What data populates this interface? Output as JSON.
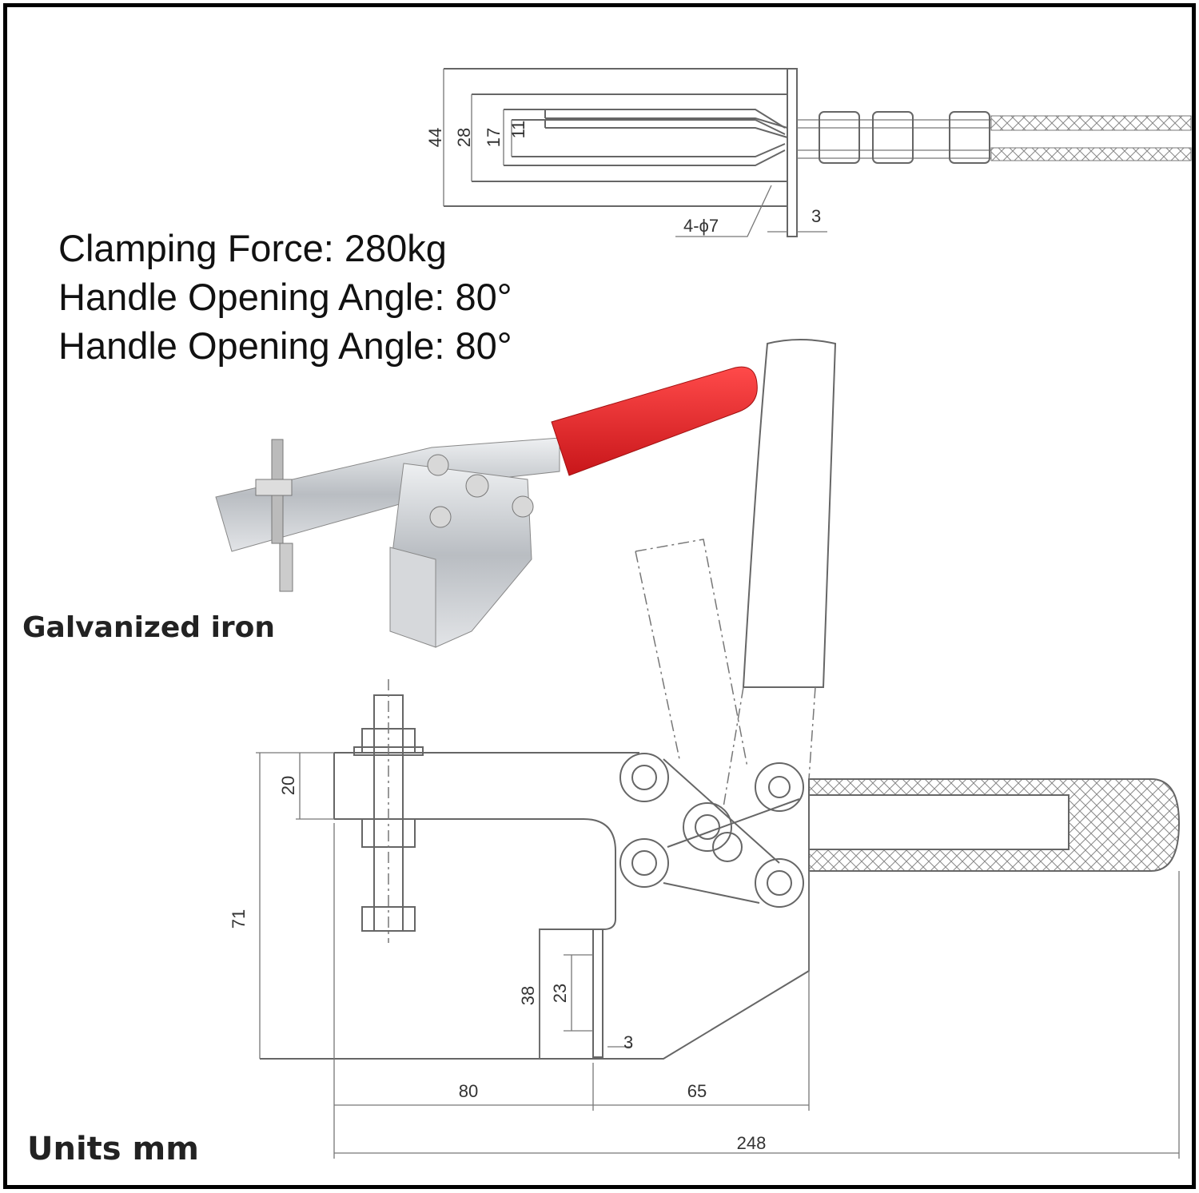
{
  "specs": {
    "clamping_force": "Clamping Force: 280kg",
    "opening_angle_1": "Handle Opening Angle: 80°",
    "opening_angle_2": "Handle Opening Angle: 80°"
  },
  "material_label": "Galvanized iron",
  "units_label": "Units mm",
  "top_view_dims": {
    "d44": "44",
    "d28": "28",
    "d17": "17",
    "d11": "11",
    "holes": "4-ϕ7",
    "d3": "3"
  },
  "side_view_dims": {
    "d20": "20",
    "d71": "71",
    "d38": "38",
    "d23": "23",
    "d3": "3",
    "d80": "80",
    "d65": "65",
    "d248": "248"
  },
  "colors": {
    "handle_red": "#e8262a",
    "metal": "#c9ccd0",
    "line": "#666666"
  }
}
